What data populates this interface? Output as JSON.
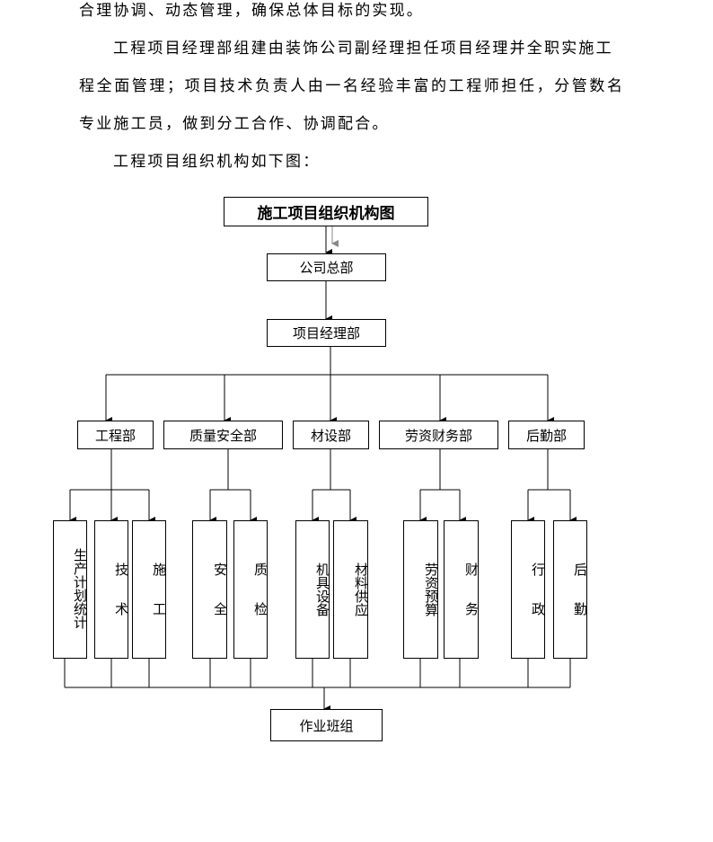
{
  "paragraphs": [
    "合理协调、动态管理，确保总体目标的实现。",
    "工程项目经理部组建由装饰公司副经理担任项目经理并全职实施工",
    "程全面管理；项目技术负责人由一名经验丰富的工程师担任，分管数名",
    "专业施工员，做到分工合作、协调配合。",
    "工程项目组织机构如下图："
  ],
  "chart": {
    "title": "施工项目组织机构图",
    "level1": "公司总部",
    "level2": "项目经理部",
    "departments": [
      "工程部",
      "质量安全部",
      "材设部",
      "劳资财务部",
      "后勤部"
    ],
    "units": [
      "生产计划统计",
      "技术",
      "施工",
      "安全",
      "质检",
      "机具设备",
      "材料供应",
      "劳资预算",
      "财务",
      "行政",
      "后勤"
    ],
    "bottom": "作业班组"
  }
}
